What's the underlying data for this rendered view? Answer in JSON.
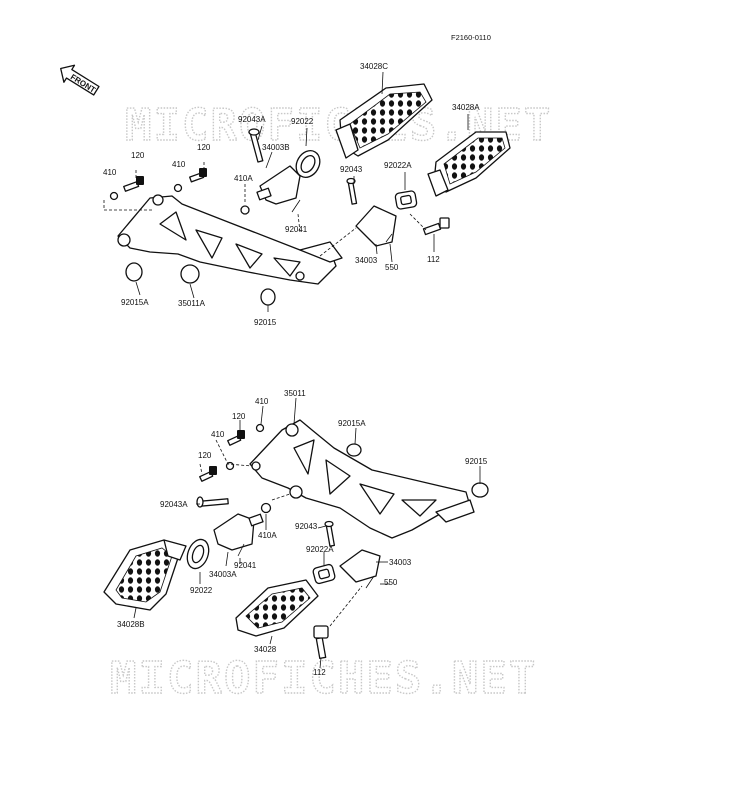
{
  "diagram": {
    "code": "F2160-0110",
    "watermark": "MICROFICHES.NET",
    "front_label": "FRONT",
    "labels": {
      "top": {
        "p34028C": "34028C",
        "p34028A": "34028A",
        "p92043A": "92043A",
        "p92022": "92022",
        "p34003B": "34003B",
        "p120a": "120",
        "p120b": "120",
        "p410a": "410",
        "p410b": "410",
        "p410A": "410A",
        "p92043": "92043",
        "p92022A": "92022A",
        "p92041": "92041",
        "p112": "112",
        "p550": "550",
        "p34003": "34003",
        "p92015A": "92015A",
        "p35011A": "35011A",
        "p92015": "92015"
      },
      "bottom": {
        "p35011": "35011",
        "p410a": "410",
        "p120a": "120",
        "p410b": "410",
        "p92015A": "92015A",
        "p120b": "120",
        "p92015": "92015",
        "p92043A": "92043A",
        "p92043": "92043",
        "p410A": "410A",
        "p92022A": "92022A",
        "p34003": "34003",
        "p92041": "92041",
        "p34003A": "34003A",
        "p550": "550",
        "p92022": "92022",
        "p34028B": "34028B",
        "p34028": "34028",
        "p112": "112"
      }
    }
  }
}
